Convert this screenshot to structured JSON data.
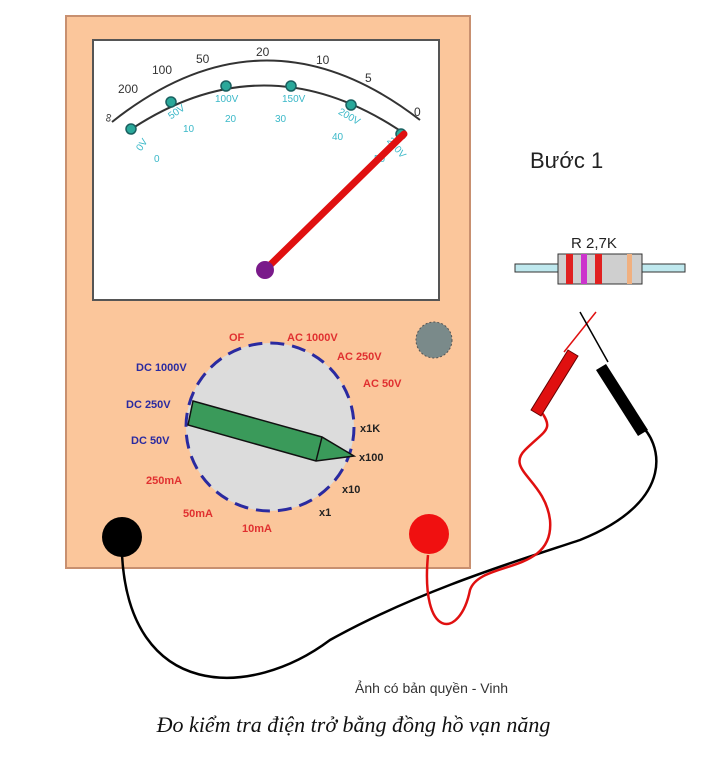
{
  "step_title": "Bước 1",
  "resistor": {
    "label": "R 2,7K",
    "bands": [
      "#e02020",
      "#cc33cc",
      "#e02020",
      "#f0b080"
    ]
  },
  "meter": {
    "ohm_scale": [
      "∞",
      "200",
      "100",
      "50",
      "20",
      "10",
      "5",
      "0"
    ],
    "volt_scale": [
      "0V",
      "50V",
      "100V",
      "150V",
      "200V",
      "250V"
    ],
    "ma_scale": [
      "0",
      "10",
      "20",
      "30",
      "40",
      "50"
    ],
    "needle_reading": "0"
  },
  "selector": {
    "top": [
      "OF",
      "AC 1000V"
    ],
    "ac": [
      "AC 250V",
      "AC 50V"
    ],
    "dc": [
      "DC 1000V",
      "DC 250V",
      "DC 50V"
    ],
    "ohm": [
      "x1K",
      "x100",
      "x10",
      "x1"
    ],
    "ma": [
      "250mA",
      "50mA",
      "10mA"
    ],
    "selected": "x100"
  },
  "copyright": "Ảnh có bản quyền - Vinh",
  "caption": "Đo kiểm tra điện trở bằng đồng hồ vạn năng",
  "colors": {
    "body": "#fbc69b",
    "dial": "#dcdcdc",
    "pointer": "#3a9a5a",
    "needle": "#e01010",
    "accent_red": "#e03030",
    "accent_blue": "#2a2aa0",
    "scale_cyan": "#3ab8c8"
  }
}
